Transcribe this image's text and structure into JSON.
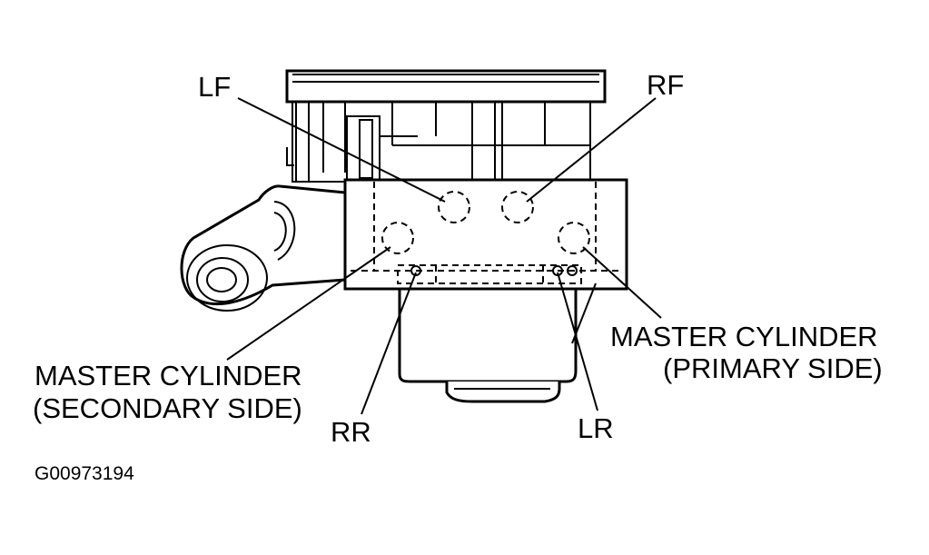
{
  "labels": {
    "lf": "LF",
    "rf": "RF",
    "rr": "RR",
    "lr": "LR",
    "master_primary_line1": "MASTER CYLINDER",
    "master_primary_line2": "(PRIMARY SIDE)",
    "master_secondary_line1": "MASTER CYLINDER",
    "master_secondary_line2": "(SECONDARY SIDE)"
  },
  "figure_code": "G00973194"
}
